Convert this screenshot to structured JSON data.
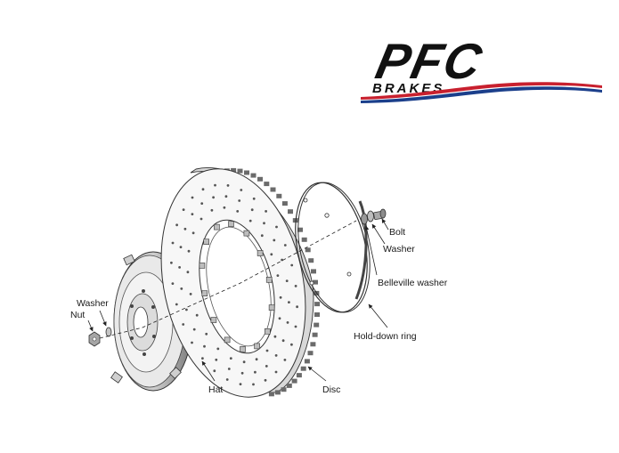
{
  "logo": {
    "name": "PFC",
    "sub": "BRAKES",
    "colors": {
      "black": "#111111",
      "red": "#c8202e",
      "blue": "#1b3f8b"
    }
  },
  "labels": {
    "bolt": "Bolt",
    "washer_right": "Washer",
    "belleville": "Belleville washer",
    "hold_down_ring": "Hold-down ring",
    "disc": "Disc",
    "hat": "Hat",
    "washer_left": "Washer",
    "nut": "Nut"
  },
  "colors": {
    "line": "#222222",
    "disc_fill": "#f4f4f4",
    "slot": "#6b6b6b",
    "hat_edge": "#555555"
  }
}
